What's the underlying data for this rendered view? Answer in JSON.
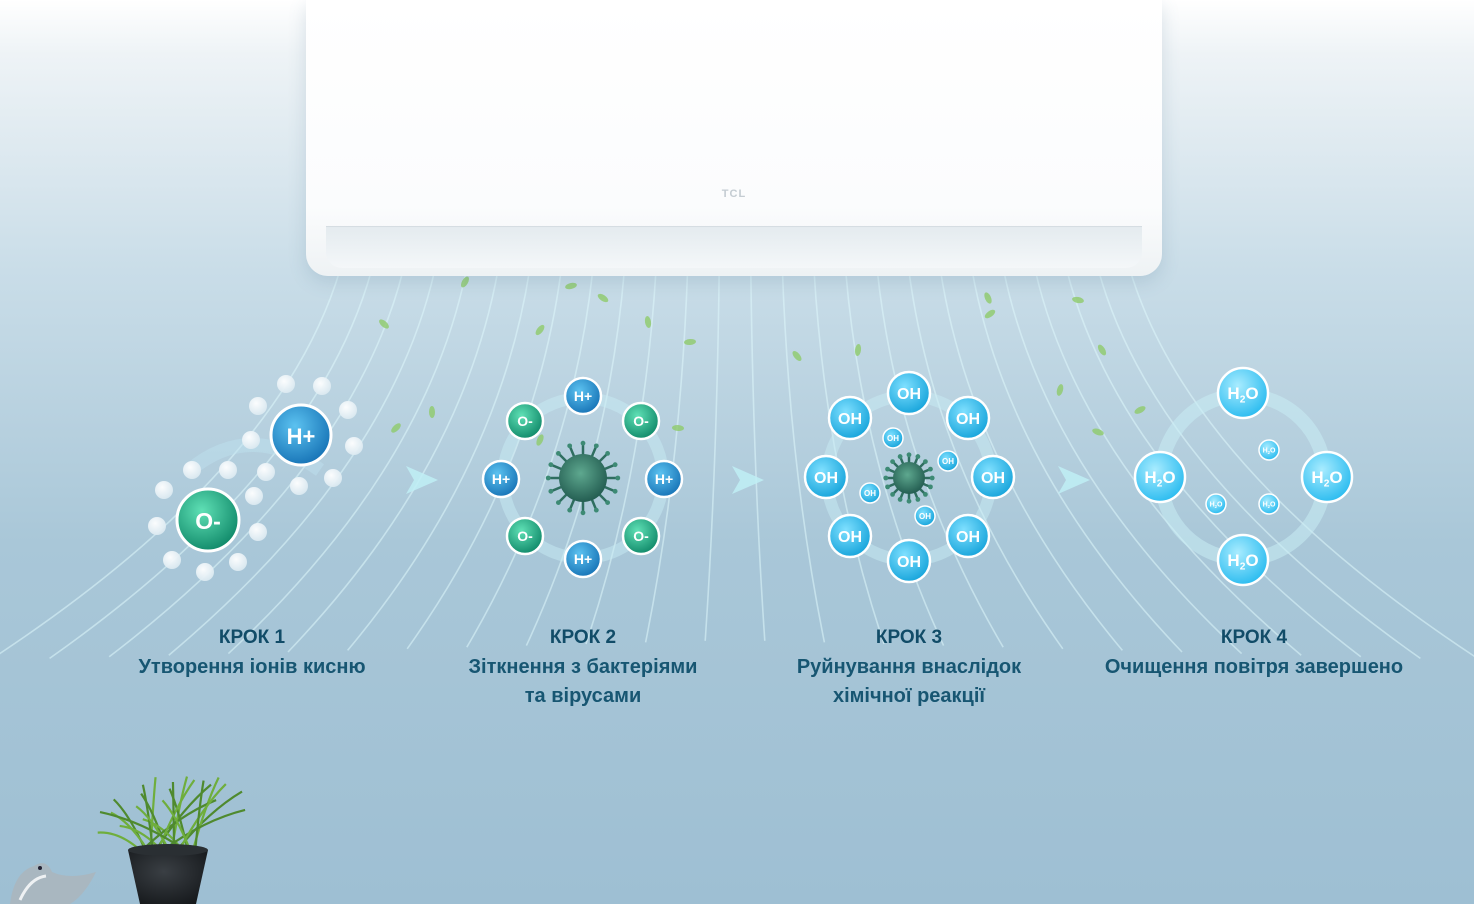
{
  "brand": {
    "logo": "TCL"
  },
  "steps": [
    {
      "title": "КРОК 1",
      "line1": "Утворення іонів кисню",
      "line2": ""
    },
    {
      "title": "КРОК 2",
      "line1": "Зіткнення з бактеріями",
      "line2": "та вірусами"
    },
    {
      "title": "КРОК 3",
      "line1": "Руйнування внаслідок",
      "line2": "хімічної реакції"
    },
    {
      "title": "КРОК 4",
      "line1": "Очищення повітря завершено",
      "line2": ""
    }
  ],
  "ions": {
    "h_plus": "H+",
    "o_minus": "O-",
    "oh": "OH",
    "h2o_h": "H",
    "h2o_sub": "2",
    "h2o_o": "O"
  },
  "colors": {
    "h_plus": "#1f8fd0",
    "o_minus": "#1fb08a",
    "oh": "#2bb6e6",
    "h2o": "#5fd0f2",
    "text": "#114c68",
    "virus": "#2f7a6a"
  }
}
